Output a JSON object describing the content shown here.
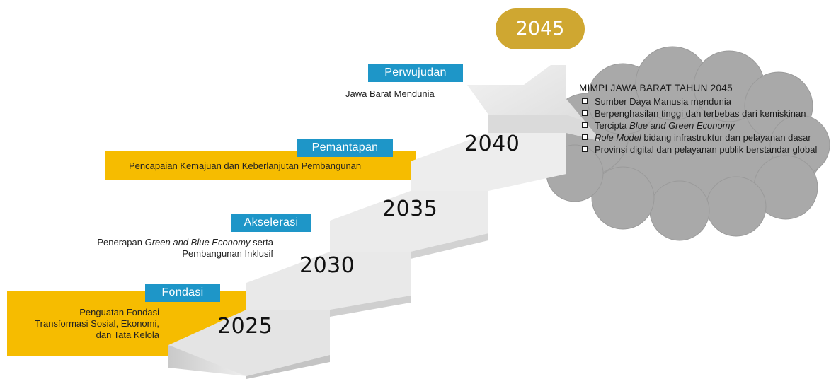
{
  "phases": [
    {
      "label": "Fondasi",
      "description": [
        "Penguatan Fondasi",
        "Transformasi Sosial, Ekonomi,",
        "dan Tata Kelola"
      ]
    },
    {
      "label": "Akselerasi",
      "description_pre": "Penerapan ",
      "description_italic": "Green and Blue Economy",
      "description_post": " serta",
      "description_line2": "Pembangunan Inklusif"
    },
    {
      "label": "Pemantapan",
      "description": "Pencapaian Kemajuan dan Keberlanjutan Pembangunan"
    },
    {
      "label": "Perwujudan",
      "description": "Jawa Barat Mendunia"
    }
  ],
  "steps": [
    "2025",
    "2030",
    "2035",
    "2040"
  ],
  "goal_year": "2045",
  "vision": {
    "title": "MIMPI JAWA BARAT TAHUN 2045",
    "items": [
      {
        "text": "Sumber Daya Manusia mendunia"
      },
      {
        "text": "Berpenghasilan tinggi dan terbebas dari kemiskinan"
      },
      {
        "pre": "Tercipta ",
        "italic": "Blue and Green Economy",
        "post": ""
      },
      {
        "pre": "",
        "italic": "Role Model",
        "post": " bidang infrastruktur dan pelayanan dasar"
      },
      {
        "text": "Provinsi digital dan pelayanan publik berstandar global"
      }
    ]
  },
  "colors": {
    "accent_yellow": "#F6BC00",
    "tag_blue": "#1E96C8",
    "badge_gold": "#CFA731",
    "cloud_gray": "#A8A8A8",
    "step_light": "#E6E6E6"
  }
}
